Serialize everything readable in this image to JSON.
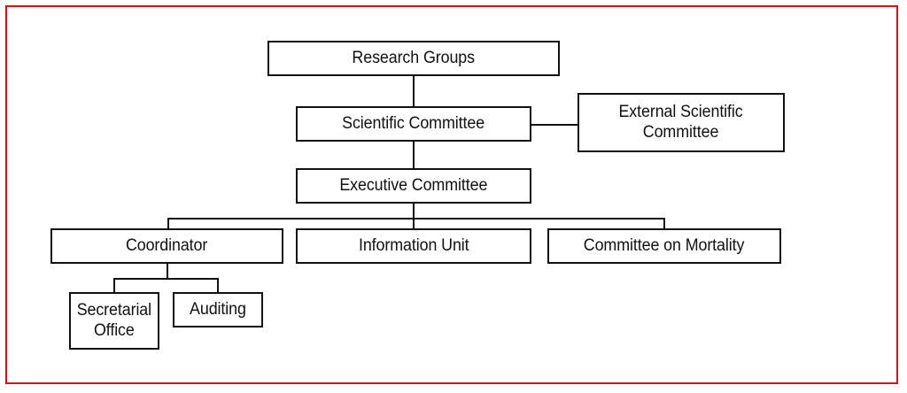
{
  "diagram": {
    "title": "Organizational structure chart",
    "border_color": "#cc1122",
    "line_color": "#111111",
    "background": "#ffffff",
    "type": "org-chart",
    "nodes": [
      {
        "id": "research-groups",
        "label": "Research Groups",
        "level": 1
      },
      {
        "id": "scientific-committee",
        "label": "Scientific Committee",
        "level": 2
      },
      {
        "id": "external-scientific-committee",
        "label": "External Scientific\nCommittee",
        "level": 2
      },
      {
        "id": "executive-committee",
        "label": "Executive Committee",
        "level": 3
      },
      {
        "id": "coordinator",
        "label": "Coordinator",
        "level": 4
      },
      {
        "id": "information-unit",
        "label": "Information Unit",
        "level": 4
      },
      {
        "id": "committee-on-mortality",
        "label": "Committee on Mortality",
        "level": 4
      },
      {
        "id": "secretarial-office",
        "label": "Secretarial\nOffice",
        "level": 5
      },
      {
        "id": "auditing",
        "label": "Auditing",
        "level": 5
      }
    ],
    "edges": [
      {
        "from": "research-groups",
        "to": "scientific-committee",
        "style": "vertical"
      },
      {
        "from": "scientific-committee",
        "to": "external-scientific-committee",
        "style": "horizontal"
      },
      {
        "from": "scientific-committee",
        "to": "executive-committee",
        "style": "vertical"
      },
      {
        "from": "executive-committee",
        "to": "coordinator",
        "style": "bus"
      },
      {
        "from": "executive-committee",
        "to": "information-unit",
        "style": "bus"
      },
      {
        "from": "executive-committee",
        "to": "committee-on-mortality",
        "style": "bus"
      },
      {
        "from": "coordinator",
        "to": "secretarial-office",
        "style": "bus"
      },
      {
        "from": "coordinator",
        "to": "auditing",
        "style": "bus"
      }
    ]
  }
}
